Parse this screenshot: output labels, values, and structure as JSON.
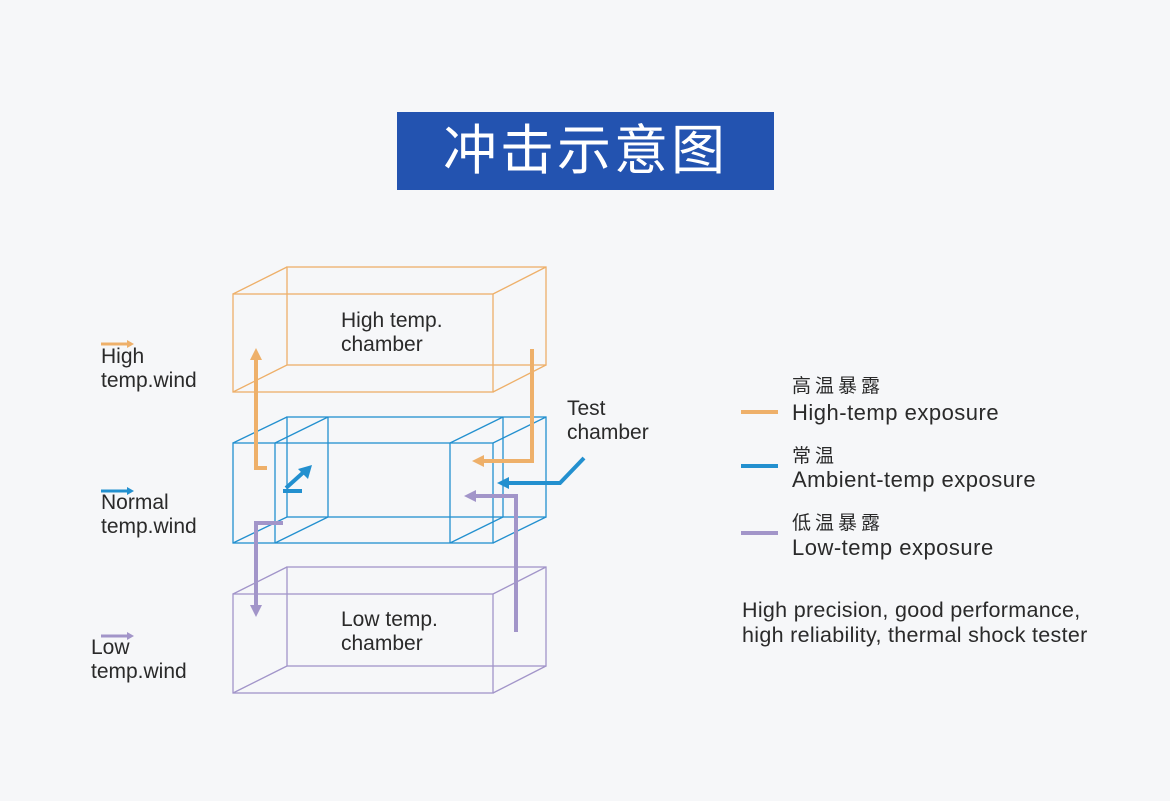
{
  "title": "冲击示意图",
  "chambers": {
    "high": "High temp.\nchamber",
    "test": "Test\nchamber",
    "low": "Low temp.\nchamber"
  },
  "winds": {
    "high": "High\ntemp.wind",
    "normal": "Normal\ntemp.wind",
    "low": "Low\ntemp.wind"
  },
  "legend": [
    {
      "zh": "高温暴露",
      "en": "High-temp exposure",
      "color": "#eeb06a"
    },
    {
      "zh": "常温",
      "en": "Ambient-temp exposure",
      "color": "#2390cf"
    },
    {
      "zh": "低温暴露",
      "en": "Low-temp exposure",
      "color": "#a295c9"
    }
  ],
  "tagline": "High precision, good performance,\nhigh reliability, thermal shock tester",
  "colors": {
    "title_bg": "#2353b0",
    "high": "#eeb06a",
    "normal": "#2390cf",
    "low": "#a295c9",
    "background": "#f6f7f9"
  }
}
